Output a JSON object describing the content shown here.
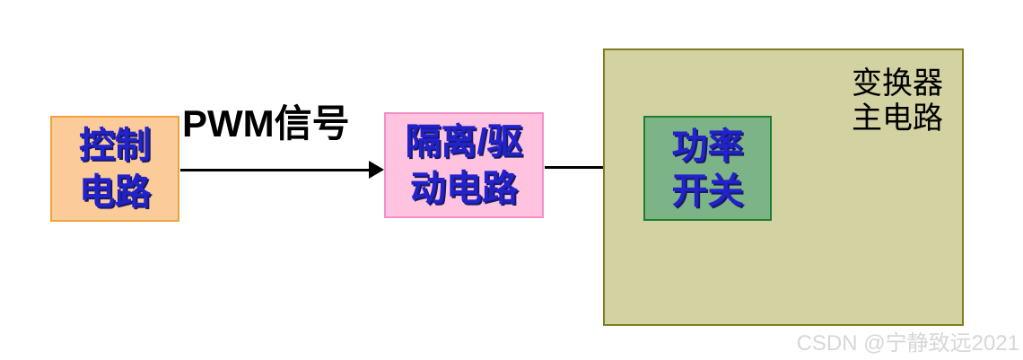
{
  "colors": {
    "page_bg": "#FFFFFF",
    "control_fill": "#FBCB99",
    "control_border": "#F0A33C",
    "drive_fill": "#FFC2DF",
    "drive_border": "#F48FC5",
    "converter_fill": "#D3D2A2",
    "converter_border": "#7F7F1F",
    "switch_fill": "#7CB487",
    "switch_border": "#1F7D2E",
    "block_text": "#2222CC",
    "block_text_shadow": "#191966",
    "label_text": "#000000",
    "arrow": "#000000",
    "watermark_text": "#D7D7D7"
  },
  "diagram": {
    "blocks": {
      "control": {
        "lines": [
          "控制",
          "电路"
        ]
      },
      "isolation_drive": {
        "lines": [
          "隔离/驱",
          "动电路"
        ]
      },
      "power_switch": {
        "lines": [
          "功率",
          "开关"
        ]
      },
      "converter_main": {
        "lines": [
          "变换器",
          "主电路"
        ]
      }
    },
    "labels": {
      "pwm_signal": "PWM信号"
    },
    "arrows": [
      {
        "name": "pwm-arrow",
        "from": "control",
        "to": "isolation_drive",
        "label": "PWM信号"
      },
      {
        "name": "drive-arrow",
        "from": "isolation_drive",
        "to": "power_switch",
        "label": ""
      }
    ]
  },
  "watermark": "CSDN @宁静致远2021"
}
